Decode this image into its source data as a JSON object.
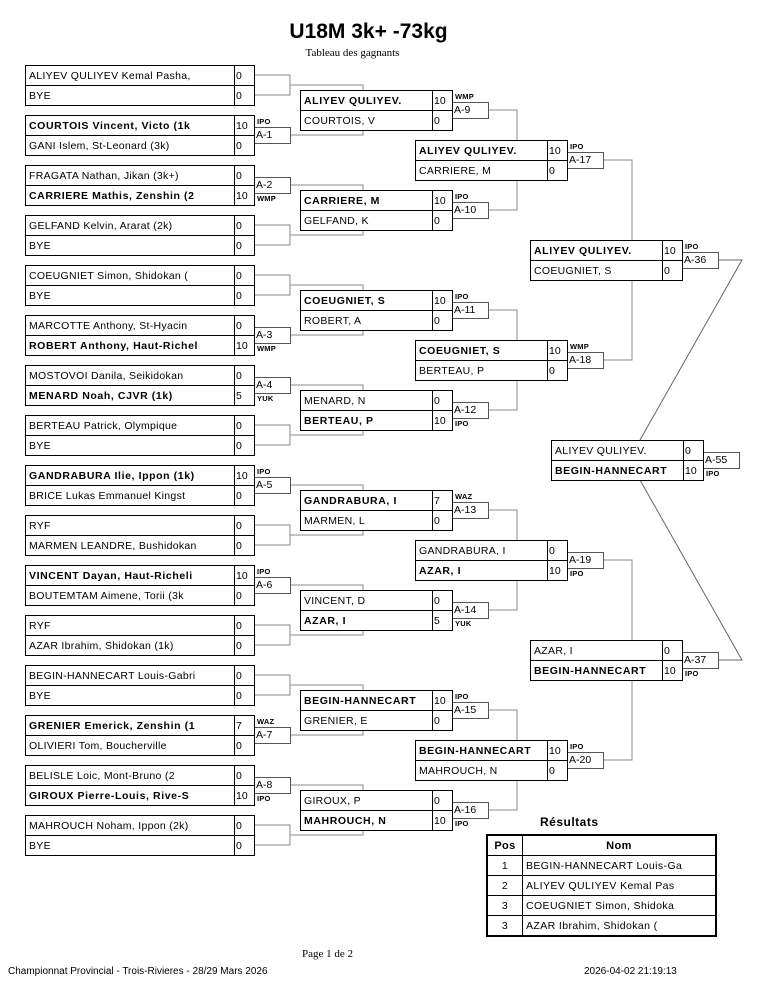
{
  "header": {
    "title": "U18M 3k+ -73kg",
    "subtitle": "Tableau des gagnants"
  },
  "rounds": [
    [
      {
        "p1": {
          "name": "ALIYEV QULIYEV Kemal Pasha,",
          "score": "0"
        },
        "p2": {
          "name": "BYE",
          "score": "0"
        }
      },
      {
        "p1": {
          "name": "COURTOIS Vincent, Victo (1k",
          "score": "10"
        },
        "p2": {
          "name": "GANI Islem, St-Leonard (3k)",
          "score": "0"
        },
        "winner": 1,
        "match": "A-1",
        "result": "IPO"
      },
      {
        "p1": {
          "name": "FRAGATA Nathan, Jikan (3k+)",
          "score": "0"
        },
        "p2": {
          "name": "CARRIERE Mathis, Zenshin (2",
          "score": "10"
        },
        "winner": 2,
        "match": "A-2",
        "result": "WMP"
      },
      {
        "p1": {
          "name": "GELFAND Kelvin, Ararat (2k)",
          "score": "0"
        },
        "p2": {
          "name": "BYE",
          "score": "0"
        }
      },
      {
        "p1": {
          "name": "COEUGNIET Simon, Shidokan (",
          "score": "0"
        },
        "p2": {
          "name": "BYE",
          "score": "0"
        }
      },
      {
        "p1": {
          "name": "MARCOTTE Anthony, St-Hyacin",
          "score": "0"
        },
        "p2": {
          "name": "ROBERT Anthony, Haut-Richel",
          "score": "10"
        },
        "winner": 2,
        "match": "A-3",
        "result": "WMP"
      },
      {
        "p1": {
          "name": "MOSTOVOI Danila, Seikidokan",
          "score": "0"
        },
        "p2": {
          "name": "MENARD Noah, CJVR (1k)",
          "score": "5"
        },
        "winner": 2,
        "match": "A-4",
        "result": "YUK"
      },
      {
        "p1": {
          "name": "BERTEAU Patrick, Olympique",
          "score": "0"
        },
        "p2": {
          "name": "BYE",
          "score": "0"
        }
      },
      {
        "p1": {
          "name": "GANDRABURA Ilie, Ippon (1k)",
          "score": "10"
        },
        "p2": {
          "name": "BRICE Lukas Emmanuel Kingst",
          "score": "0"
        },
        "winner": 1,
        "match": "A-5",
        "result": "IPO"
      },
      {
        "p1": {
          "name": "RYF",
          "score": "0"
        },
        "p2": {
          "name": "MARMEN LEANDRE, Bushidokan",
          "score": "0"
        }
      },
      {
        "p1": {
          "name": "VINCENT Dayan, Haut-Richeli",
          "score": "10"
        },
        "p2": {
          "name": "BOUTEMTAM Aimene, Torii (3k",
          "score": "0"
        },
        "winner": 1,
        "match": "A-6",
        "result": "IPO"
      },
      {
        "p1": {
          "name": "RYF",
          "score": "0"
        },
        "p2": {
          "name": "AZAR Ibrahim, Shidokan (1k)",
          "score": "0"
        }
      },
      {
        "p1": {
          "name": "BEGIN-HANNECART Louis-Gabri",
          "score": "0"
        },
        "p2": {
          "name": "BYE",
          "score": "0"
        }
      },
      {
        "p1": {
          "name": "GRENIER Emerick, Zenshin (1",
          "score": "7"
        },
        "p2": {
          "name": "OLIVIERI Tom, Boucherville",
          "score": "0"
        },
        "winner": 1,
        "match": "A-7",
        "result": "WAZ"
      },
      {
        "p1": {
          "name": "BELISLE Loic, Mont-Bruno (2",
          "score": "0"
        },
        "p2": {
          "name": "GIROUX Pierre-Louis, Rive-S",
          "score": "10"
        },
        "winner": 2,
        "match": "A-8",
        "result": "IPO"
      },
      {
        "p1": {
          "name": "MAHROUCH Noham, Ippon (2k)",
          "score": "0"
        },
        "p2": {
          "name": "BYE",
          "score": "0"
        }
      }
    ],
    [
      {
        "p1": {
          "name": "ALIYEV QULIYEV.",
          "score": "10"
        },
        "p2": {
          "name": "COURTOIS, V",
          "score": "0"
        },
        "winner": 1,
        "match": "A-9",
        "result": "WMP"
      },
      {
        "p1": {
          "name": "CARRIERE, M",
          "score": "10"
        },
        "p2": {
          "name": "GELFAND, K",
          "score": "0"
        },
        "winner": 1,
        "match": "A-10",
        "result": "IPO"
      },
      {
        "p1": {
          "name": "COEUGNIET, S",
          "score": "10"
        },
        "p2": {
          "name": "ROBERT, A",
          "score": "0"
        },
        "winner": 1,
        "match": "A-11",
        "result": "IPO"
      },
      {
        "p1": {
          "name": "MENARD, N",
          "score": "0"
        },
        "p2": {
          "name": "BERTEAU, P",
          "score": "10"
        },
        "winner": 2,
        "match": "A-12",
        "result": "IPO"
      },
      {
        "p1": {
          "name": "GANDRABURA, I",
          "score": "7"
        },
        "p2": {
          "name": "MARMEN, L",
          "score": "0"
        },
        "winner": 1,
        "match": "A-13",
        "result": "WAZ"
      },
      {
        "p1": {
          "name": "VINCENT, D",
          "score": "0"
        },
        "p2": {
          "name": "AZAR, I",
          "score": "5"
        },
        "winner": 2,
        "match": "A-14",
        "result": "YUK"
      },
      {
        "p1": {
          "name": "BEGIN-HANNECART",
          "score": "10"
        },
        "p2": {
          "name": "GRENIER, E",
          "score": "0"
        },
        "winner": 1,
        "match": "A-15",
        "result": "IPO"
      },
      {
        "p1": {
          "name": "GIROUX, P",
          "score": "0"
        },
        "p2": {
          "name": "MAHROUCH, N",
          "score": "10"
        },
        "winner": 2,
        "match": "A-16",
        "result": "IPO"
      }
    ],
    [
      {
        "p1": {
          "name": "ALIYEV QULIYEV.",
          "score": "10"
        },
        "p2": {
          "name": "CARRIERE, M",
          "score": "0"
        },
        "winner": 1,
        "match": "A-17",
        "result": "IPO"
      },
      {
        "p1": {
          "name": "COEUGNIET, S",
          "score": "10"
        },
        "p2": {
          "name": "BERTEAU, P",
          "score": "0"
        },
        "winner": 1,
        "match": "A-18",
        "result": "WMP"
      },
      {
        "p1": {
          "name": "GANDRABURA, I",
          "score": "0"
        },
        "p2": {
          "name": "AZAR, I",
          "score": "10"
        },
        "winner": 2,
        "match": "A-19",
        "result": "IPO"
      },
      {
        "p1": {
          "name": "BEGIN-HANNECART",
          "score": "10"
        },
        "p2": {
          "name": "MAHROUCH, N",
          "score": "0"
        },
        "winner": 1,
        "match": "A-20",
        "result": "IPO"
      }
    ],
    [
      {
        "p1": {
          "name": "ALIYEV QULIYEV.",
          "score": "10"
        },
        "p2": {
          "name": "COEUGNIET, S",
          "score": "0"
        },
        "winner": 1,
        "match": "A-36",
        "result": "IPO"
      },
      {
        "p1": {
          "name": "AZAR, I",
          "score": "0"
        },
        "p2": {
          "name": "BEGIN-HANNECART",
          "score": "10"
        },
        "winner": 2,
        "match": "A-37",
        "result": "IPO"
      }
    ],
    [
      {
        "p1": {
          "name": "ALIYEV QULIYEV.",
          "score": "0"
        },
        "p2": {
          "name": "BEGIN-HANNECART",
          "score": "10"
        },
        "winner": 2,
        "match": "A-55",
        "result": "IPO"
      }
    ]
  ],
  "results": {
    "title": "Résultats",
    "headers": [
      "Pos",
      "Nom"
    ],
    "rows": [
      {
        "pos": "1",
        "name": "BEGIN-HANNECART Louis-Ga"
      },
      {
        "pos": "2",
        "name": "ALIYEV QULIYEV Kemal Pas"
      },
      {
        "pos": "3",
        "name": "COEUGNIET Simon, Shidoka"
      },
      {
        "pos": "3",
        "name": "AZAR Ibrahim, Shidokan ("
      }
    ]
  },
  "footer": {
    "page": "Page 1 de 2",
    "event": "Championnat Provincial - Trois-Rivieres - 28/29 Mars 2026",
    "timestamp": "2026-04-02 21:19:13"
  }
}
